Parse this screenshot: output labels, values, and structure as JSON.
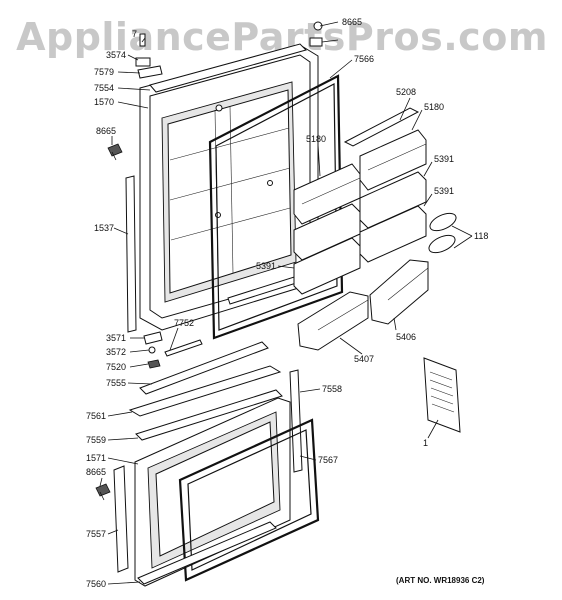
{
  "watermark": "AppliancePartsPros.com",
  "art_number": "(ART NO. WR18936 C2)",
  "callouts": {
    "c8665a": "8665",
    "c7ctop": "7",
    "c3574": "3574",
    "c7579": "7579",
    "c7554": "7554",
    "c1570": "1570",
    "c8665b": "8665",
    "c1537": "1537",
    "c7566": "7566",
    "c5208": "5208",
    "c5180a": "5180",
    "c5180b": "5180",
    "c5391a": "5391",
    "c5391b": "5391",
    "c5391c": "5391",
    "c118": "118",
    "c7752": "7752",
    "c3571": "3571",
    "c3572": "3572",
    "c7520": "7520",
    "c7555": "7555",
    "c5406": "5406",
    "c5407": "5407",
    "c7558": "7558",
    "c7561": "7561",
    "c7559": "7559",
    "c1571": "1571",
    "c8665c": "8665",
    "c7567": "7567",
    "c1": "1",
    "c7557": "7557",
    "c7560": "7560"
  }
}
